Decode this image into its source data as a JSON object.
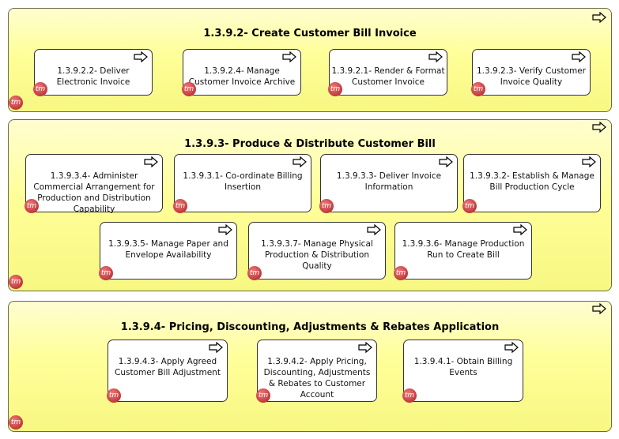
{
  "icons": {
    "process": "process-arrow-icon",
    "badge": "tm-badge-icon",
    "badge_text": "tm"
  },
  "colors": {
    "group_fill": "#ffff99",
    "box_fill": "#ffffff",
    "badge": "#c0393b"
  },
  "groups": [
    {
      "title": "1.3.9.2- Create Customer Bill Invoice",
      "boxes": [
        {
          "label": "1.3.9.2.2- Deliver Electronic Invoice"
        },
        {
          "label": "1.3.9.2.4- Manage Customer Invoice Archive"
        },
        {
          "label": "1.3.9.2.1- Render & Format Customer Invoice"
        },
        {
          "label": "1.3.9.2.3- Verify Customer Invoice Quality"
        }
      ]
    },
    {
      "title": "1.3.9.3- Produce & Distribute Customer Bill",
      "boxes": [
        {
          "label": "1.3.9.3.4- Administer Commercial Arrangement for Production and Distribution Capability"
        },
        {
          "label": "1.3.9.3.1- Co-ordinate Billing Insertion"
        },
        {
          "label": "1.3.9.3.3- Deliver Invoice Information"
        },
        {
          "label": "1.3.9.3.2- Establish & Manage Bill Production Cycle"
        },
        {
          "label": "1.3.9.3.5- Manage Paper and Envelope Availability"
        },
        {
          "label": "1.3.9.3.7- Manage Physical Production & Distribution Quality"
        },
        {
          "label": "1.3.9.3.6- Manage Production Run to Create Bill"
        }
      ]
    },
    {
      "title": "1.3.9.4- Pricing, Discounting, Adjustments & Rebates Application",
      "boxes": [
        {
          "label": "1.3.9.4.3- Apply Agreed Customer Bill Adjustment"
        },
        {
          "label": "1.3.9.4.2- Apply Pricing, Discounting, Adjustments & Rebates to Customer Account"
        },
        {
          "label": "1.3.9.4.1- Obtain Billing Events"
        }
      ]
    }
  ]
}
